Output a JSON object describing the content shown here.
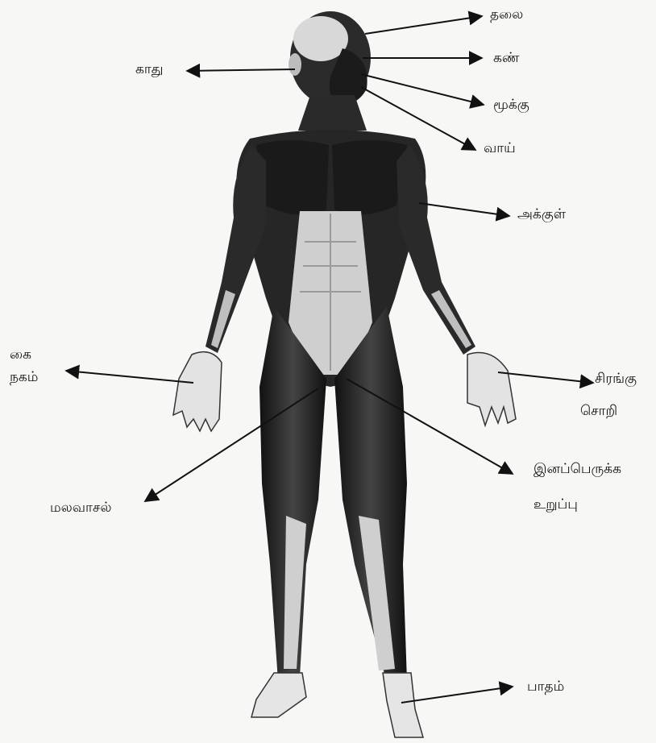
{
  "labels": {
    "head": "தலை",
    "eye": "கண்",
    "nose": "மூக்கு",
    "mouth": "வாய்",
    "ear": "காது",
    "armpit": "அக்குள்",
    "hand": "கை",
    "nail": "நகம்",
    "mange_line1": "சிரங்கு",
    "mange_line2": "சொறி",
    "reproductive_line1": "இனப்பெருக்க",
    "reproductive_line2": "உறுப்பு",
    "anus": "மலவாசல்",
    "foot": "பாதம்"
  },
  "colors": {
    "muscle": "#2a2a2a",
    "muscle_dark": "#151515",
    "highlight": "#d9d9d9",
    "arrow": "#111111",
    "background": "#f7f7f5"
  }
}
